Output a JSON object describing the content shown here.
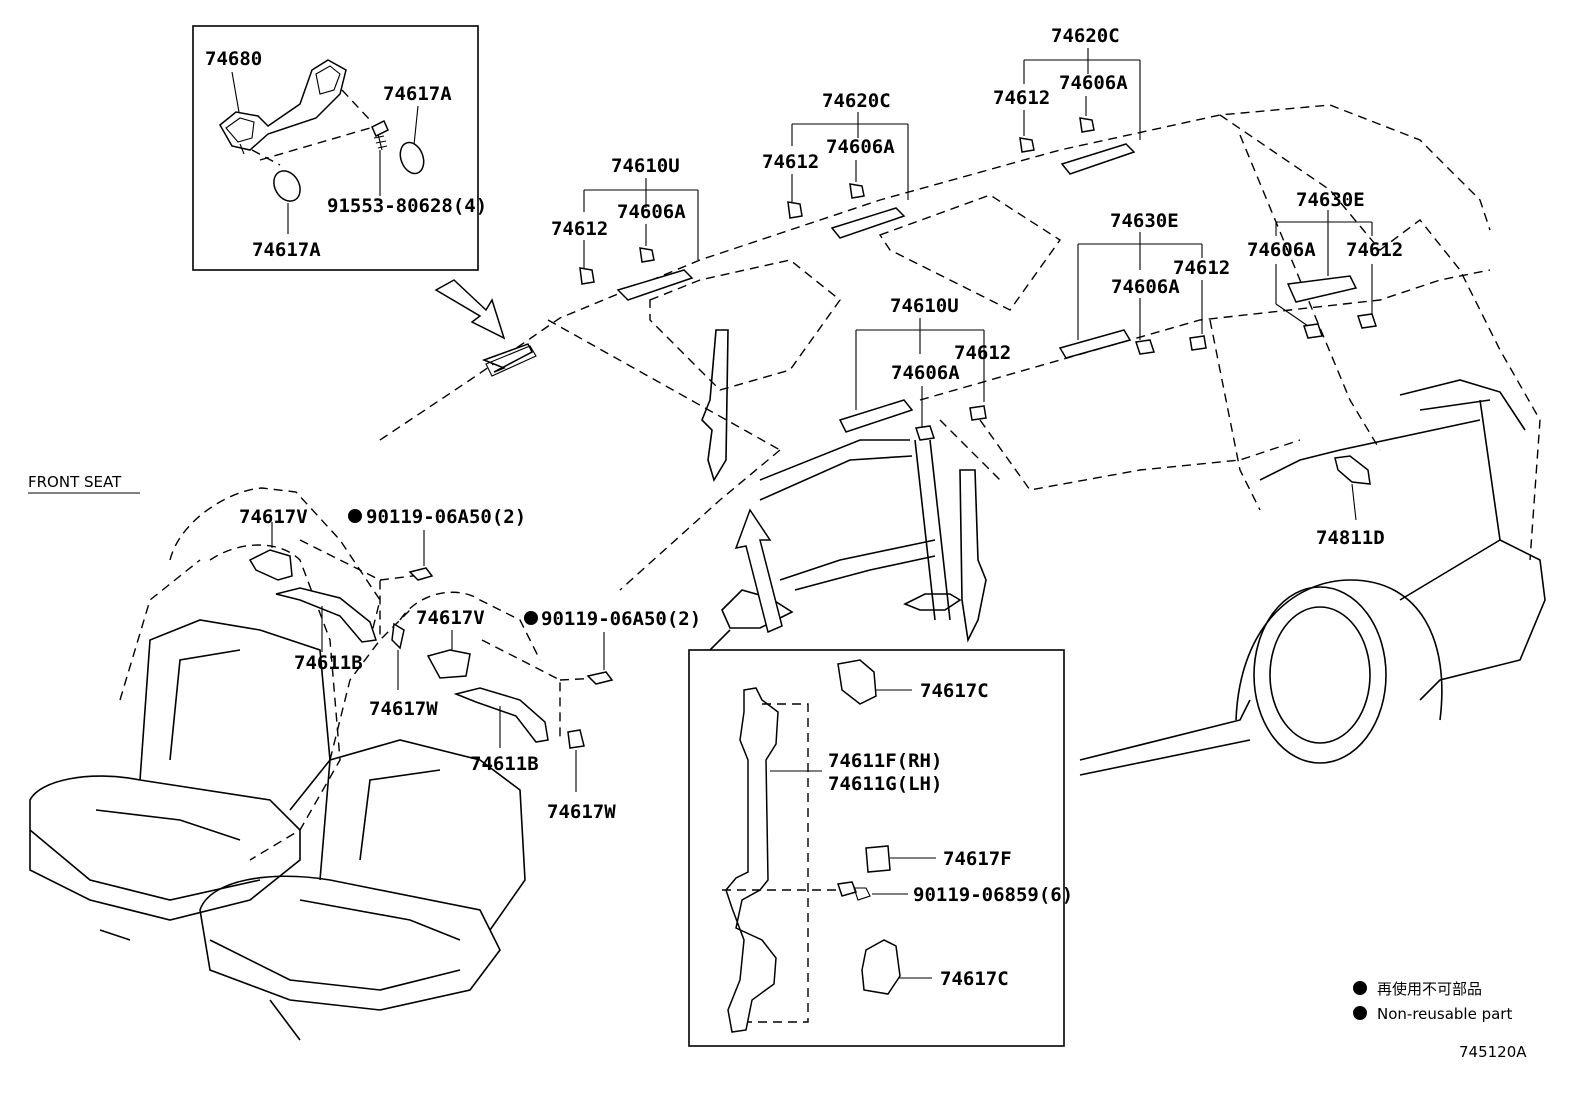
{
  "section_label": "FRONT SEAT",
  "diagram_code": "745120A",
  "legend": {
    "jp": "再使用不可部品",
    "en": "Non-reusable part"
  },
  "inset_top": {
    "labels": [
      "74680",
      "74617A",
      "91553-80628(4)",
      "74617A"
    ]
  },
  "roof_groups": [
    {
      "group": "74610U",
      "parts": [
        "74612",
        "74606A"
      ]
    },
    {
      "group": "74620C",
      "parts": [
        "74612",
        "74606A"
      ]
    },
    {
      "group": "74620C",
      "parts": [
        "74612",
        "74606A"
      ]
    },
    {
      "group": "74630E",
      "parts": [
        "74606A",
        "74612"
      ]
    },
    {
      "group": "74610U",
      "parts": [
        "74606A",
        "74612"
      ]
    },
    {
      "group": "74630E",
      "parts": [
        "74606A",
        "74612"
      ]
    }
  ],
  "body_part": "74811D",
  "seat_parts": {
    "bolt_a": "90119-06A50(2)",
    "bolt_b": "90119-06A50(2)",
    "cover_v1": "74617V",
    "cover_v2": "74617V",
    "grip_b1": "74611B",
    "grip_b2": "74611B",
    "cover_w1": "74617W",
    "cover_w2": "74617W"
  },
  "inset_bottom": {
    "cap_c_top": "74617C",
    "grip_rh": "74611F(RH)",
    "grip_lh": "74611G(LH)",
    "cap_f": "74617F",
    "screw": "90119-06859(6)",
    "cap_c_bottom": "74617C"
  }
}
